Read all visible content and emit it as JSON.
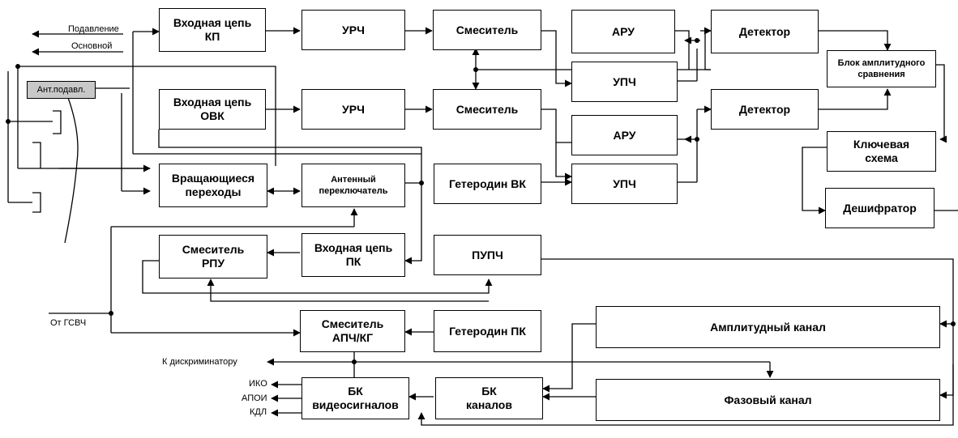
{
  "blocks": {
    "vhod_kp": "Входная цепь\nКП",
    "urch_1": "УРЧ",
    "smesitel_1": "Смеситель",
    "aru_1": "АРУ",
    "detektor_1": "Детектор",
    "upch_1": "УПЧ",
    "blok_sravneniya": "Блок амплитудного\nсравнения",
    "vhod_ovk": "Входная цепь\nОВК",
    "urch_2": "УРЧ",
    "smesitel_2": "Смеситель",
    "detektor_2": "Детектор",
    "aru_2": "АРУ",
    "klyuchevaya": "Ключевая\nсхема",
    "ant_podavl": "Ант.подавл.",
    "vrash": "Вращающиеся\nпереходы",
    "ant_pereklyuch": "Антенный\nпереключатель",
    "geterodin_vk": "Гетеродин ВК",
    "upch_2": "УПЧ",
    "deshifrator": "Дешифратор",
    "smesitel_rpu": "Смеситель\nРПУ",
    "vhod_pk": "Входная цепь\nПК",
    "pupch": "ПУПЧ",
    "smesitel_apch": "Смеситель\nАПЧ/КГ",
    "geterodin_pk": "Гетеродин ПК",
    "amplitudny": "Амплитудный канал",
    "bk_video": "БК\nвидеосигналов",
    "bk_kanalov": "БК\nканалов",
    "fazovy": "Фазовый канал"
  },
  "labels": {
    "podavlenie": "Подавление",
    "osnovnoy": "Основной",
    "ot_gsvch": "От ГСВЧ",
    "k_diskriminatoru": "К дискриминатору",
    "iko": "ИКО",
    "apoi": "АПОИ",
    "kdl": "КДЛ"
  }
}
